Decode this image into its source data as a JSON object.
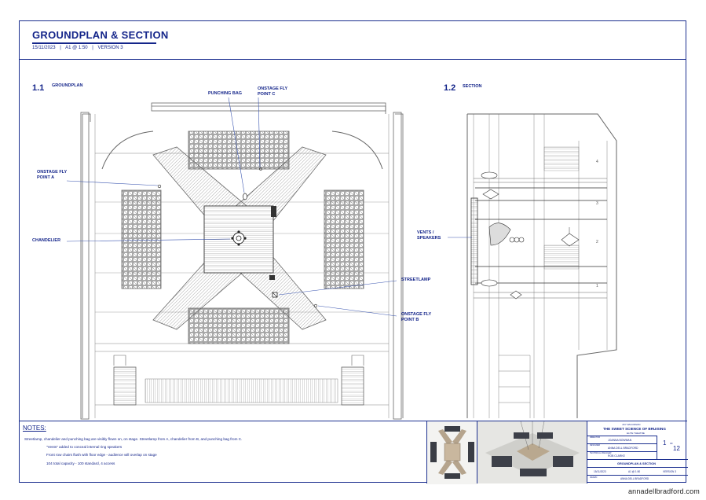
{
  "header": {
    "title": "GROUNDPLAN & SECTION",
    "date": "15/11/2023",
    "scale": "A1 @ 1:50",
    "version": "VERSION 3",
    "sep": "|"
  },
  "groundplan": {
    "number": "1.1",
    "name": "GROUNDPLAN",
    "callouts": {
      "punching_bag": "PUNCHING BAG",
      "fly_c_line1": "ONSTAGE FLY",
      "fly_c_line2": "POINT C",
      "fly_a_line1": "ONSTAGE FLY",
      "fly_a_line2": "POINT A",
      "chandelier": "CHANDELIER",
      "streetlamp": "STREETLAMP",
      "fly_b_line1": "ONSTAGE FLY",
      "fly_b_line2": "POINT B"
    }
  },
  "section": {
    "number": "1.2",
    "name": "SECTION",
    "callouts": {
      "vents_line1": "VENTS /",
      "vents_line2": "SPEAKERS"
    },
    "tier_numbers": [
      "4",
      "3",
      "2",
      "1"
    ]
  },
  "notes": {
    "title": "NOTES:",
    "lines": [
      "Streetlamp, chandelier and punching bag are visibly flown on, on stage.  Streetlamp from A, chandelier from B, and punching bag from C.",
      "\"Vents\" added to conceal internal ring speakers",
      "Front row chairs flush with floor edge - audience will overlap on stage",
      "104 total capacity - 100 standard, 4 access"
    ]
  },
  "title_block": {
    "author": "JOY WILKINSON",
    "production": "THE SWEET SCIENCE OF BRUISING",
    "company": "ELITE THEATRE",
    "director_label": "DIRECTOR",
    "director": "JOANNA BOWMAN",
    "designer_label": "DESIGNER",
    "designer": "ANNA DELL BRADFORD",
    "tech_label": "TECHNICAL MANAGER",
    "tech": "ROB CLARKE",
    "sheet_num": "1",
    "sheet_of": "OF",
    "sheet_total": "12",
    "drawing_title": "GROUNDPLAN & SECTION",
    "date": "15/11/2023",
    "scale": "A1 @ 1:50",
    "version": "VERSION 3",
    "drawn_label": "DRAWN",
    "drawn_by": "ANNA DELL BRADFORD"
  },
  "footer": {
    "website": "annadellbradford.com"
  },
  "colors": {
    "ink": "#14258a",
    "line": "#6a6a6a",
    "pointer": "#3a55b0"
  }
}
